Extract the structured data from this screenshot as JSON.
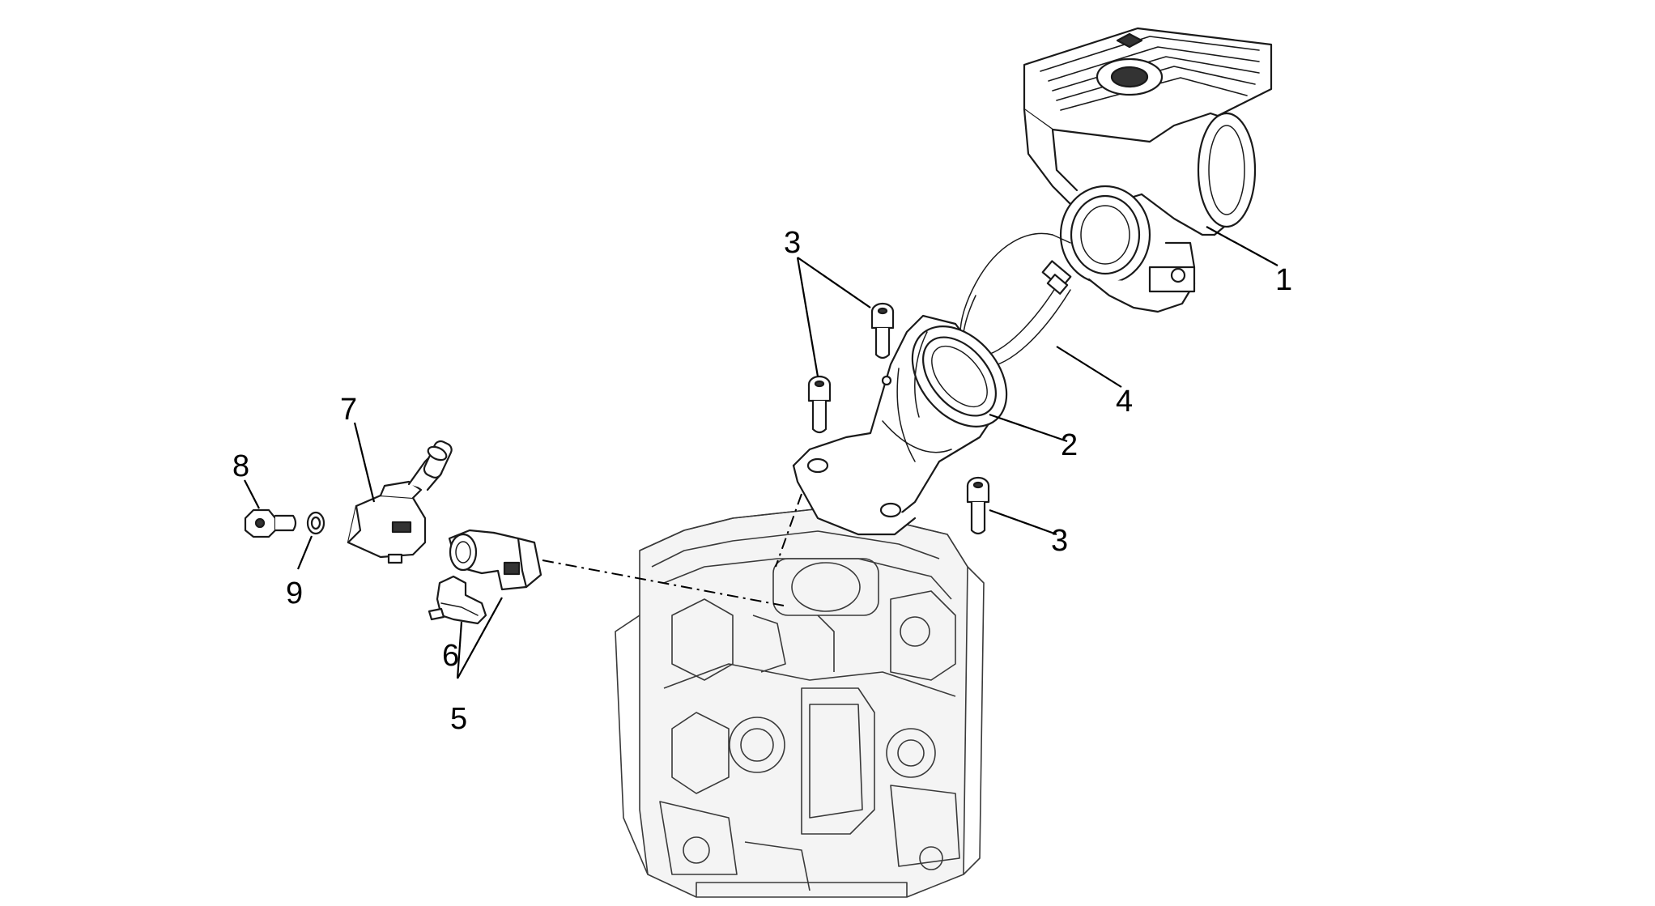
{
  "callouts": {
    "c1": "1",
    "c2": "2",
    "c3a": "3",
    "c3b": "3",
    "c4": "4",
    "c5": "5",
    "c6": "6",
    "c7": "7",
    "c8": "8",
    "c9": "9"
  },
  "colors": {
    "line": "#1a1a1a",
    "background": "#ffffff"
  }
}
